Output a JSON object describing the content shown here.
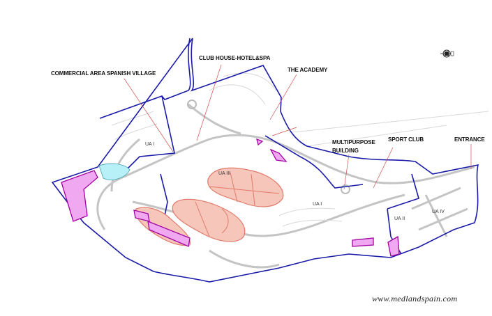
{
  "labels": {
    "commercial": "COMMERCIAL AREA SPANISH VILLAGE",
    "clubhouse": "CLUB HOUSE-HOTEL&SPA",
    "academy": "THE ACADEMY",
    "multipurpose_1": "MULTIPURPOSE",
    "multipurpose_2": "BUILDING",
    "sportclub": "SPORT CLUB",
    "entrance": "ENTRANCE"
  },
  "zones": {
    "ua1_west": "UA I",
    "ua3": "UA III",
    "ua1_east": "UA I",
    "ua2": "UA II",
    "ua4": "UA IV"
  },
  "watermark": "www.medlandspain.com",
  "colors": {
    "boundary": "#1a1aa8",
    "roads": "#bfbfbf",
    "residential": "#f7c6bb",
    "residential_stroke": "#e07a6a",
    "commercial_block": "#f0a8f0",
    "commercial_stroke": "#a000a0",
    "lake": "#b8f0f8",
    "leader": "#d05050"
  },
  "icons": {
    "compass": "north-arrow-icon"
  }
}
